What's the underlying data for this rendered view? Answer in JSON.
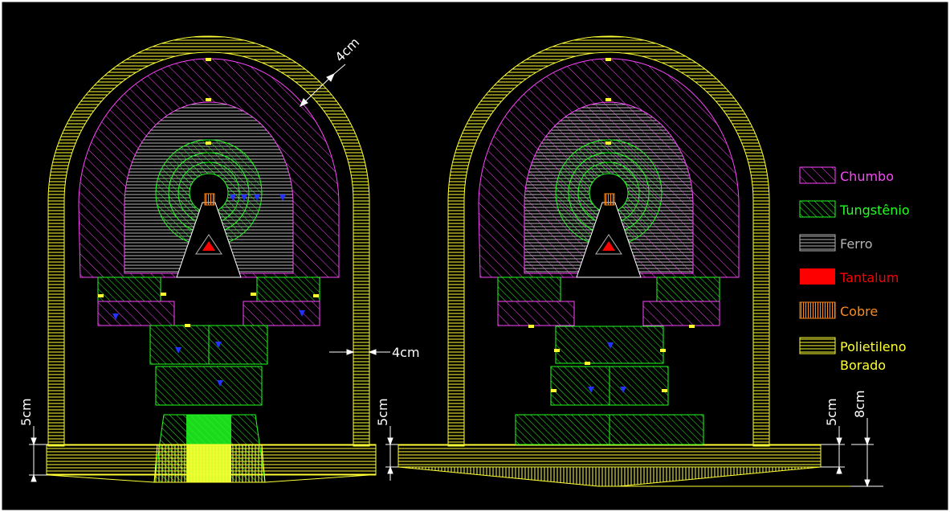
{
  "colors": {
    "background": "#000000",
    "border": "#ffffff",
    "chumbo": "#ff44ff",
    "tungstenio": "#22ff22",
    "ferro": "#b4b4b4",
    "tantalum": "#ff0000",
    "cobre": "#ff8a1a",
    "polietileno": "#ffff33",
    "dimension": "#ffffff",
    "marker": "#2233ff"
  },
  "legend": {
    "items": [
      {
        "id": "chumbo",
        "label": "Chumbo",
        "pattern": "diag",
        "color_key": "chumbo"
      },
      {
        "id": "tungstenio",
        "label": "Tungstênio",
        "pattern": "diag2",
        "color_key": "tungstenio"
      },
      {
        "id": "ferro",
        "label": "Ferro",
        "pattern": "horiz",
        "color_key": "ferro"
      },
      {
        "id": "tantalum",
        "label": "Tantalum",
        "pattern": "solid",
        "color_key": "tantalum"
      },
      {
        "id": "cobre",
        "label": "Cobre",
        "pattern": "vert",
        "color_key": "cobre"
      },
      {
        "id": "polietileno",
        "label": "Polietileno",
        "label2": "Borado",
        "pattern": "horiz",
        "color_key": "polietileno"
      }
    ]
  },
  "dimensions": {
    "arc_thickness": "4cm",
    "wall_thickness": "4cm",
    "left_base": "5cm",
    "right_base_left": "5cm",
    "right_base_mid": "5cm",
    "right_base_total": "8cm"
  }
}
